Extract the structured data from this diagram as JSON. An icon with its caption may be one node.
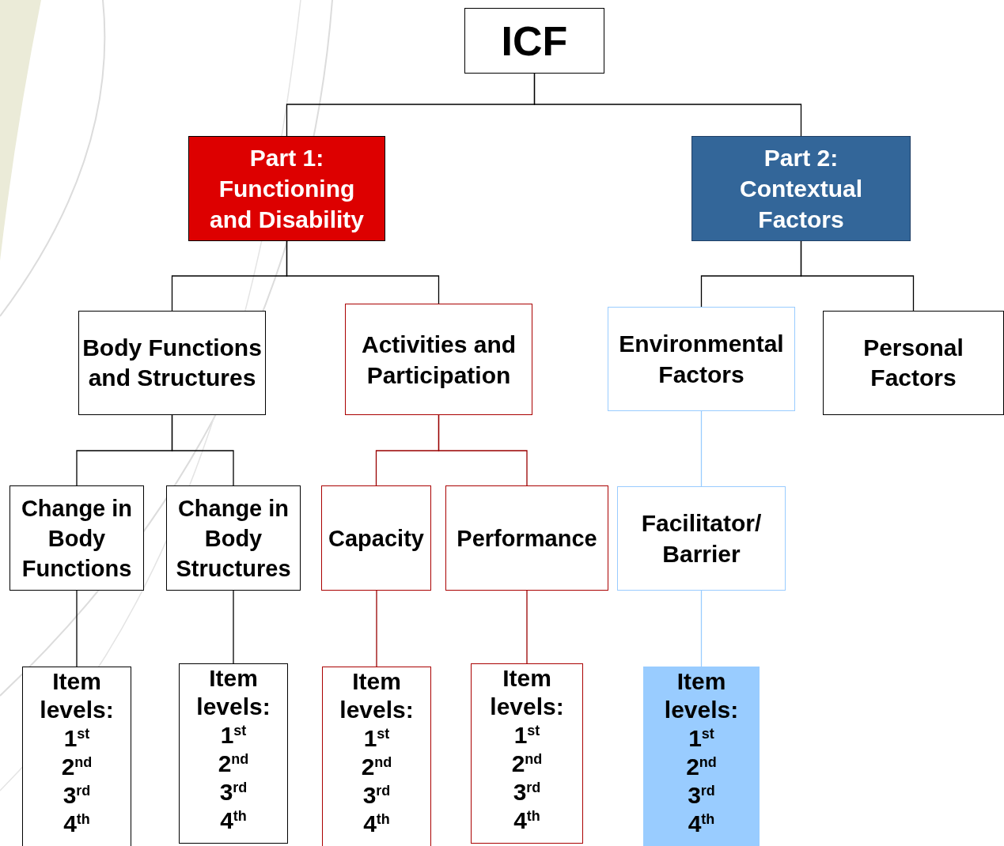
{
  "diagram": {
    "nodes": [
      {
        "text": [
          "ICF"
        ]
      },
      {
        "text": [
          "Part 1: Functioning and Disability"
        ]
      },
      {
        "text": [
          "Part 2: Contextual Factors"
        ]
      },
      {
        "text": [
          "Body Functions and Structures"
        ]
      },
      {
        "text": [
          "Activities and Participation"
        ]
      },
      {
        "text": [
          "Environmental Factors"
        ]
      },
      {
        "text": [
          "Personal Factors"
        ]
      },
      {
        "text": [
          "Change in Body Functions"
        ]
      },
      {
        "text": [
          "Change in Body Structures"
        ]
      },
      {
        "text": [
          "Capacity"
        ]
      },
      {
        "text": [
          "Performance"
        ]
      },
      {
        "text": [
          "Facilitator/ Barrier"
        ]
      },
      {
        "text": [
          "Item levels:",
          "1$^{st}$",
          "2$^{nd}$",
          "3$^{rd}$",
          "4$^{th}$"
        ]
      },
      {
        "text": [
          "Item levels:",
          "1$^{st}$",
          "2$^{nd}$",
          "3$^{rd}$",
          "4$^{th}$"
        ]
      },
      {
        "text": [
          "Item levels:",
          "1$^{st}$",
          "2$^{nd}$",
          "3$^{rd}$",
          "4$^{th}$"
        ]
      },
      {
        "text": [
          "Item levels:",
          "1$^{st}$",
          "2$^{nd}$",
          "3$^{rd}$",
          "4$^{th}$"
        ]
      },
      {
        "text": [
          "Item levels:",
          "1$^{st}$",
          "2$^{nd}$",
          "3$^{rd}$",
          "4$^{th}$"
        ]
      }
    ],
    "edges": [
      {
        "from": 0,
        "to": 1,
        "arrow": "none"
      },
      {
        "from": 0,
        "to": 2,
        "arrow": "none"
      },
      {
        "from": 1,
        "to": 3,
        "arrow": "none"
      },
      {
        "from": 1,
        "to": 4,
        "arrow": "none"
      },
      {
        "from": 2,
        "to": 5,
        "arrow": "none"
      },
      {
        "from": 2,
        "to": 6,
        "arrow": "none"
      },
      {
        "from": 3,
        "to": 7,
        "arrow": "none"
      },
      {
        "from": 3,
        "to": 8,
        "arrow": "none"
      },
      {
        "from": 4,
        "to": 9,
        "arrow": "none",
        "color": "#990000"
      },
      {
        "from": 4,
        "to": 10,
        "arrow": "none",
        "color": "#990000"
      },
      {
        "from": 5,
        "to": 11,
        "arrow": "none",
        "color": "#99ccff"
      },
      {
        "from": 7,
        "to": 12,
        "arrow": "none"
      },
      {
        "from": 8,
        "to": 13,
        "arrow": "none"
      },
      {
        "from": 9,
        "to": 14,
        "arrow": "none",
        "color": "#990000"
      },
      {
        "from": 10,
        "to": 15,
        "arrow": "none",
        "color": "#990000"
      },
      {
        "from": 11,
        "to": 16,
        "arrow": "none",
        "color": "#99ccff"
      }
    ]
  }
}
